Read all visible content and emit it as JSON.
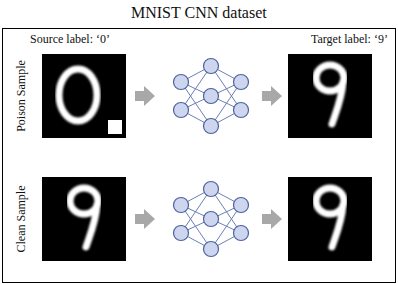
{
  "diagram": {
    "title": "MNIST CNN dataset",
    "labels": [
      "Source label: ‘0’",
      "Target label: ‘9’",
      "Poison Sample",
      "Clean Sample"
    ]
  }
}
